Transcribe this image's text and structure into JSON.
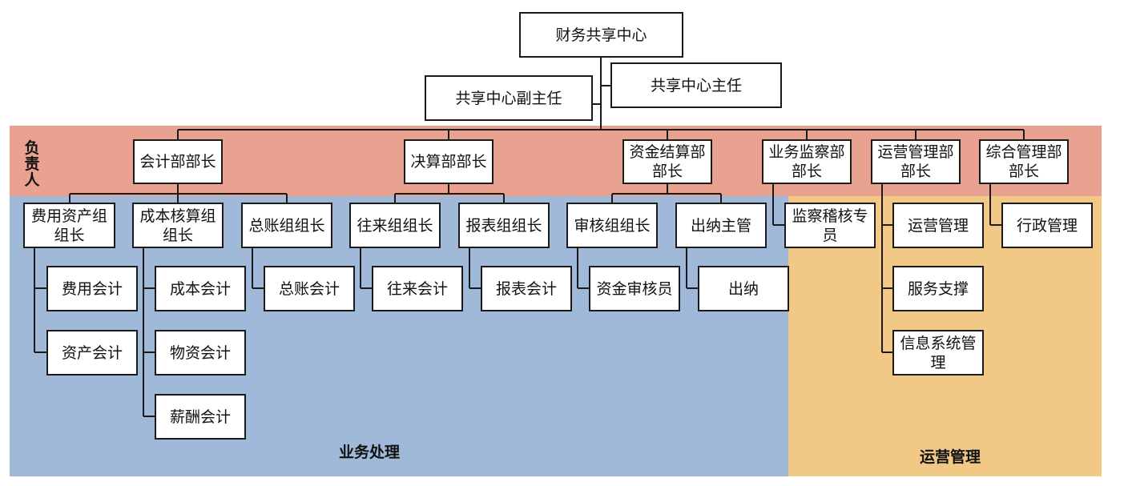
{
  "colors": {
    "owner_band": "#e9a190",
    "business_band": "#a1b9d9",
    "operations_band": "#f2c887",
    "box_border": "#1a1a1a",
    "line": "#1a1a1a"
  },
  "labels": {
    "owner": "负责人",
    "business": "业务处理",
    "operations": "运营管理"
  },
  "nodes": {
    "root": "财务共享中心",
    "director": "共享中心主任",
    "deputy": "共享中心副主任",
    "acct_head": "会计部部长",
    "settle_head": "决算部部长",
    "fund_head": "资金结算部部长",
    "audit_head": "业务监察部部长",
    "ops_head": "运营管理部部长",
    "admin_head": "综合管理部部长",
    "expense_asset_lead": "费用资产组组长",
    "cost_lead": "成本核算组组长",
    "ledger_lead": "总账组组长",
    "current_lead": "往来组组长",
    "report_lead": "报表组组长",
    "review_lead": "审核组组长",
    "cashier_mgr": "出纳主管",
    "inspector": "监察稽核专员",
    "ops_mgmt": "运营管理",
    "admin_mgmt": "行政管理",
    "expense_acct": "费用会计",
    "asset_acct": "资产会计",
    "cost_acct": "成本会计",
    "material_acct": "物资会计",
    "salary_acct": "薪酬会计",
    "ledger_acct": "总账会计",
    "current_acct": "往来会计",
    "report_acct": "报表会计",
    "fund_reviewer": "资金审核员",
    "cashier": "出纳",
    "service_support": "服务支撑",
    "info_sys_mgmt": "信息系统管理"
  }
}
